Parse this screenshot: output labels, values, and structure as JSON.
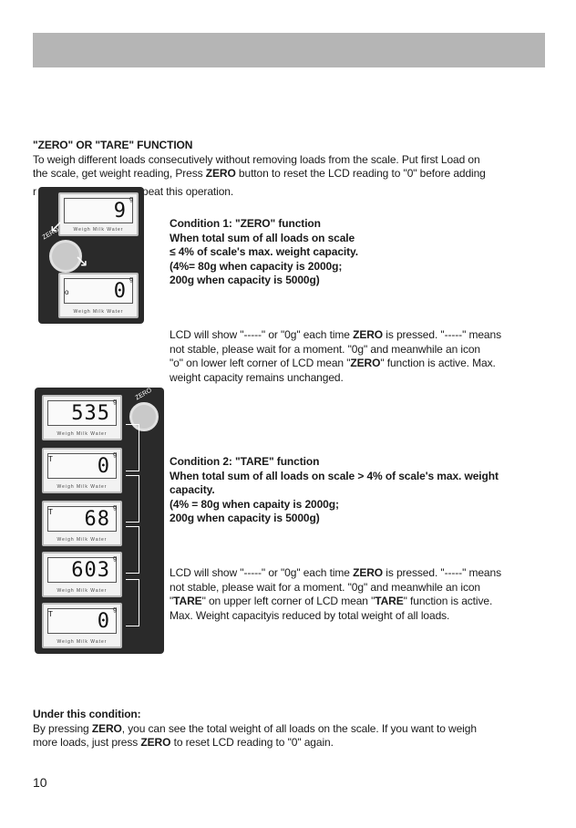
{
  "heading": "\"ZERO\" OR \"TARE\" FUNCTION",
  "intro": {
    "line1": "To weigh different loads consecutively without removing loads from the scale. Put first Load on",
    "line2_a": "the scale, get weight reading, Press ",
    "line2_b": "ZERO",
    "line2_c": " button to reset the LCD reading to \"0\" before adding",
    "line3_a": "r",
    "line3_b": "peat this operation."
  },
  "condition1": {
    "title": "Condition 1: \"ZERO\" function",
    "l1": "When total sum of all loads on scale",
    "l2": "≤ 4% of scale's max. weight capacity.",
    "l3": "(4%=   80g when capacity is 2000g;",
    "l4": "200g when capacity is 5000g)",
    "p1_a": "LCD will show \"-----\" or \"0g\" each time ",
    "p1_b": "ZERO",
    "p1_c": " is pressed. \"-----\" means",
    "p2": "not stable, please wait for a moment. \"0g\" and meanwhile an icon",
    "p3_a": "\"o\" on lower left corner of LCD mean \"",
    "p3_b": "ZERO",
    "p3_c": "\" function is active. Max.",
    "p4": "weight capacity remains unchanged."
  },
  "condition2": {
    "title": "Condition 2: \"TARE\" function",
    "l1": "When total sum of all loads on scale > 4% of scale's max. weight",
    "l2": "capacity.",
    "l3": "(4% =  80g when capaity is 2000g;",
    "l4": "200g when capacity is 5000g)",
    "p1_a": "LCD will show \"-----\" or \"0g\" each time ",
    "p1_b": "ZERO",
    "p1_c": " is pressed. \"-----\" means",
    "p2": "not stable, please wait for a moment. \"0g\" and meanwhile an icon",
    "p3_a": "\"",
    "p3_b": "TARE",
    "p3_c": "\" on upper left corner of LCD mean \"",
    "p3_d": "TARE",
    "p3_e": "\" function is active.",
    "p4": "Max. Weight capacityis reduced by total weight of all loads."
  },
  "under": {
    "title": "Under this condition:",
    "l1_a": "By pressing ",
    "l1_b": "ZERO",
    "l1_c": ", you can see the total weight of all loads on the scale. If you want to weigh",
    "l2_a": "more loads, just press ",
    "l2_b": "ZERO",
    "l2_c": " to reset LCD reading to \"0\" again."
  },
  "illustration1": {
    "display1": "9",
    "display2": "0",
    "button_label": "ZERO"
  },
  "illustration2": {
    "displays": [
      "535",
      "0",
      "68",
      "603",
      "0"
    ],
    "button_label": "ZERO"
  },
  "lcd_markers": "Weigh  Milk  Water",
  "unit": "g",
  "page_number": "10"
}
